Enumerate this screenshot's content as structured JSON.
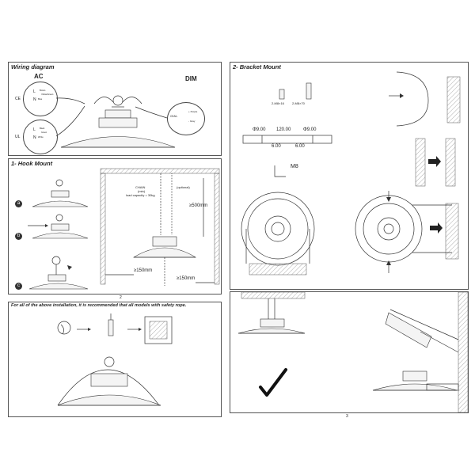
{
  "page_left": "2",
  "page_right": "3",
  "wiring": {
    "title": "Wiring diagram",
    "ac_label": "AC",
    "dim_label": "DIM",
    "ce_label": "CE",
    "ul_label": "UL",
    "l_label": "L",
    "n_label": "N",
    "ce_wires": [
      "Brown",
      "Yellow/Green",
      "Blue"
    ],
    "ul_wires": [
      "Black",
      "Green",
      "White"
    ],
    "dim_cable": "CEAIL",
    "dim_wires": [
      "+ Purple",
      "- Gray"
    ]
  },
  "hook": {
    "title": "1- Hook Mount",
    "steps": [
      "a",
      "b",
      "c"
    ],
    "chain_label": "CHAIN",
    "chain_sub": "(min)",
    "load_capacity": "load capacity = 30kg",
    "optional": "(optional)",
    "dim_500": "≥500mm",
    "dim_150a": "≥150mm",
    "dim_150b": "≥150mm"
  },
  "safety": {
    "note": "For all of the above installation, it is recommended that all models with safety rope."
  },
  "bracket": {
    "title": "2- Bracket Mount",
    "screw1": "2-M8×16",
    "screw2": "2-M8×70",
    "d1": "Φ9.00",
    "span": "120.00",
    "d2": "Φ9.00",
    "w1": "6.00",
    "w2": "6.00",
    "m8": "M8"
  },
  "colors": {
    "line": "#333333",
    "border": "#555555"
  }
}
